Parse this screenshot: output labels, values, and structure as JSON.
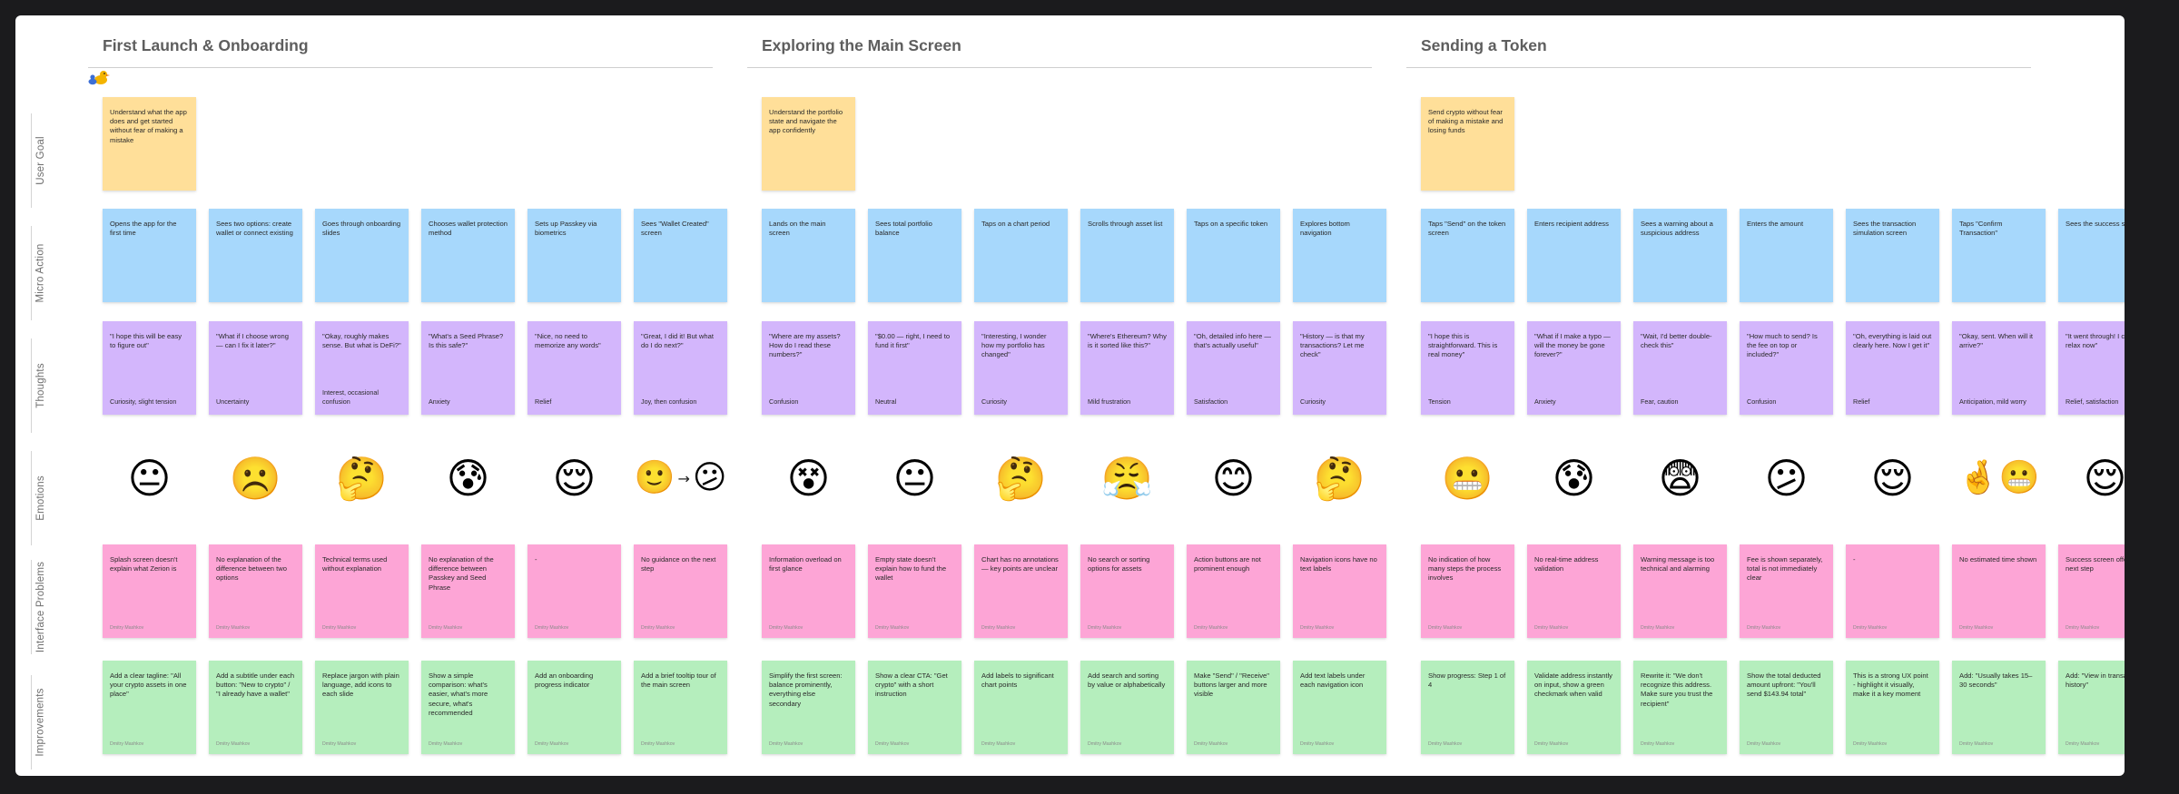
{
  "row_labels": [
    "User Goal",
    "Micro Action",
    "Thoughts",
    "Emotions",
    "Interface Problems",
    "Improvements"
  ],
  "colors": {
    "goal": "#ffdf99",
    "micro_action": "#a7d8fc",
    "thoughts": "#d3b6fc",
    "problems": "#fda5d6",
    "improvements": "#b5eebd"
  },
  "sections": [
    {
      "title": "First Launch & Onboarding",
      "goal": "Understand what the app does and get started without fear of making a mistake",
      "columns": [
        {
          "action": "Opens the app for the first time",
          "thought": "\"I hope this will be easy to figure out\"",
          "feeling": "Curiosity, slight tension",
          "emotion": [
            "neutral-face"
          ],
          "problem": "Splash screen doesn't explain what Zerion is",
          "problem_author": "Dmitry Mashkov",
          "improvement": "Add a clear tagline: \"All your crypto assets in one place\"",
          "improvement_author": "Dmitry Mashkov"
        },
        {
          "action": "Sees two options: create wallet or connect existing",
          "thought": "\"What if I choose wrong — can I fix it later?\"",
          "feeling": "Uncertainty",
          "emotion": [
            "frowning-face"
          ],
          "problem": "No explanation of the difference between two options",
          "problem_author": "Dmitry Mashkov",
          "improvement": "Add a subtitle under each button: \"New to crypto\" / \"I already have a wallet\"",
          "improvement_author": "Dmitry Mashkov"
        },
        {
          "action": "Goes through onboarding slides",
          "thought": "\"Okay, roughly makes sense. But what is DeFi?\"",
          "feeling": "Interest, occasional confusion",
          "emotion": [
            "thinking-face"
          ],
          "problem": "Technical terms used without explanation",
          "problem_author": "Dmitry Mashkov",
          "improvement": "Replace jargon with plain language, add icons to each slide",
          "improvement_author": "Dmitry Mashkov"
        },
        {
          "action": "Chooses wallet protection method",
          "thought": "\"What's a Seed Phrase? Is this safe?\"",
          "feeling": "Anxiety",
          "emotion": [
            "anxious-sweat-face"
          ],
          "problem": "No explanation of the difference between Passkey and Seed Phrase",
          "problem_author": "Dmitry Mashkov",
          "improvement": "Show a simple comparison: what's easier, what's more secure, what's recommended",
          "improvement_author": "Dmitry Mashkov"
        },
        {
          "action": "Sets up Passkey via biometrics",
          "thought": "\"Nice, no need to memorize any words\"",
          "feeling": "Relief",
          "emotion": [
            "relieved-face"
          ],
          "problem": "-",
          "problem_author": "Dmitry Mashkov",
          "improvement": "Add an onboarding progress indicator",
          "improvement_author": "Dmitry Mashkov"
        },
        {
          "action": "Sees \"Wallet Created\" screen",
          "thought": "\"Great, I did it! But what do I do next?\"",
          "feeling": "Joy, then confusion",
          "emotion": [
            "slightly-smiling-face",
            "confused-face"
          ],
          "problem": "No guidance on the next step",
          "problem_author": "Dmitry Mashkov",
          "improvement": "Add a brief tooltip tour of the main screen",
          "improvement_author": "Dmitry Mashkov"
        }
      ]
    },
    {
      "title": "Exploring the Main Screen",
      "goal": "Understand the portfolio state and navigate the app confidently",
      "columns": [
        {
          "action": "Lands on the main screen",
          "thought": "\"Where are my assets? How do I read these numbers?\"",
          "feeling": "Confusion",
          "emotion": [
            "dizzy-face"
          ],
          "problem": "Information overload on first glance",
          "problem_author": "Dmitry Mashkov",
          "improvement": "Simplify the first screen: balance prominently, everything else secondary",
          "improvement_author": "Dmitry Mashkov"
        },
        {
          "action": "Sees total portfolio balance",
          "thought": "\"$0.00 — right, I need to fund it first\"",
          "feeling": "Neutral",
          "emotion": [
            "neutral-face"
          ],
          "problem": "Empty state doesn't explain how to fund the wallet",
          "problem_author": "Dmitry Mashkov",
          "improvement": "Show a clear CTA: \"Get crypto\" with a short instruction",
          "improvement_author": "Dmitry Mashkov"
        },
        {
          "action": "Taps on a chart period",
          "thought": "\"Interesting, I wonder how my portfolio has changed\"",
          "feeling": "Curiosity",
          "emotion": [
            "thinking-face"
          ],
          "problem": "Chart has no annotations — key points are unclear",
          "problem_author": "Dmitry Mashkov",
          "improvement": "Add labels to significant chart points",
          "improvement_author": "Dmitry Mashkov"
        },
        {
          "action": "Scrolls through asset list",
          "thought": "\"Where's Ethereum? Why is it sorted like this?\"",
          "feeling": "Mild frustration",
          "emotion": [
            "steaming-face"
          ],
          "problem": "No search or sorting options for assets",
          "problem_author": "Dmitry Mashkov",
          "improvement": "Add search and sorting by value or alphabetically",
          "improvement_author": "Dmitry Mashkov"
        },
        {
          "action": "Taps on a specific token",
          "thought": "\"Oh, detailed info here — that's actually useful\"",
          "feeling": "Satisfaction",
          "emotion": [
            "smiling-face"
          ],
          "problem": "Action buttons are not prominent enough",
          "problem_author": "Dmitry Mashkov",
          "improvement": "Make \"Send\" / \"Receive\" buttons larger and more visible",
          "improvement_author": "Dmitry Mashkov"
        },
        {
          "action": "Explores bottom navigation",
          "thought": "\"History — is that my transactions? Let me check\"",
          "feeling": "Curiosity",
          "emotion": [
            "thinking-face"
          ],
          "problem": "Navigation icons have no text labels",
          "problem_author": "Dmitry Mashkov",
          "improvement": "Add text labels under each navigation icon",
          "improvement_author": "Dmitry Mashkov"
        }
      ]
    },
    {
      "title": "Sending a Token",
      "goal": "Send crypto without fear of making a mistake and losing funds",
      "columns": [
        {
          "action": "Taps \"Send\" on the token screen",
          "thought": "\"I hope this is straightforward. This is real money\"",
          "feeling": "Tension",
          "emotion": [
            "grimacing-face"
          ],
          "problem": "No indication of how many steps the process involves",
          "problem_author": "Dmitry Mashkov",
          "improvement": "Show progress: Step 1 of 4",
          "improvement_author": "Dmitry Mashkov"
        },
        {
          "action": "Enters recipient address",
          "thought": "\"What if I make a typo — will the money be gone forever?\"",
          "feeling": "Anxiety",
          "emotion": [
            "anxious-sweat-face"
          ],
          "problem": "No real-time address validation",
          "problem_author": "Dmitry Mashkov",
          "improvement": "Validate address instantly on input, show a green checkmark when valid",
          "improvement_author": "Dmitry Mashkov"
        },
        {
          "action": "Sees a warning about a suspicious address",
          "thought": "\"Wait, I'd better double-check this\"",
          "feeling": "Fear, caution",
          "emotion": [
            "fearful-face"
          ],
          "problem": "Warning message is too technical and alarming",
          "problem_author": "Dmitry Mashkov",
          "improvement": "Rewrite it: \"We don't recognize this address. Make sure you trust the recipient\"",
          "improvement_author": "Dmitry Mashkov"
        },
        {
          "action": "Enters the amount",
          "thought": "\"How much to send? Is the fee on top or included?\"",
          "feeling": "Confusion",
          "emotion": [
            "confused-face"
          ],
          "problem": "Fee is shown separately, total is not immediately clear",
          "problem_author": "Dmitry Mashkov",
          "improvement": "Show the total deducted amount upfront: \"You'll send $143.94 total\"",
          "improvement_author": "Dmitry Mashkov"
        },
        {
          "action": "Sees the transaction simulation screen",
          "thought": "\"Oh, everything is laid out clearly here. Now I get it\"",
          "feeling": "Relief",
          "emotion": [
            "relieved-face"
          ],
          "problem": "-",
          "problem_author": "Dmitry Mashkov",
          "improvement": "This is a strong UX point - highlight it visually, make it a key moment",
          "improvement_author": "Dmitry Mashkov"
        },
        {
          "action": "Taps \"Confirm Transaction\"",
          "thought": "\"Okay, sent. When will it arrive?\"",
          "feeling": "Anticipation, mild worry",
          "emotion": [
            "crossed-fingers",
            "grimacing-face"
          ],
          "problem": "No estimated time shown",
          "problem_author": "Dmitry Mashkov",
          "improvement": "Add: \"Usually takes 15–30 seconds\"",
          "improvement_author": "Dmitry Mashkov"
        },
        {
          "action": "Sees the success screen",
          "thought": "\"It went through! I can relax now\"",
          "feeling": "Relief, satisfaction",
          "emotion": [
            "relieved-face"
          ],
          "problem": "Success screen offers no next step",
          "problem_author": "Dmitry Mashkov",
          "improvement": "Add: \"View in transaction history\"",
          "improvement_author": "Dmitry Mashkov"
        }
      ]
    }
  ]
}
